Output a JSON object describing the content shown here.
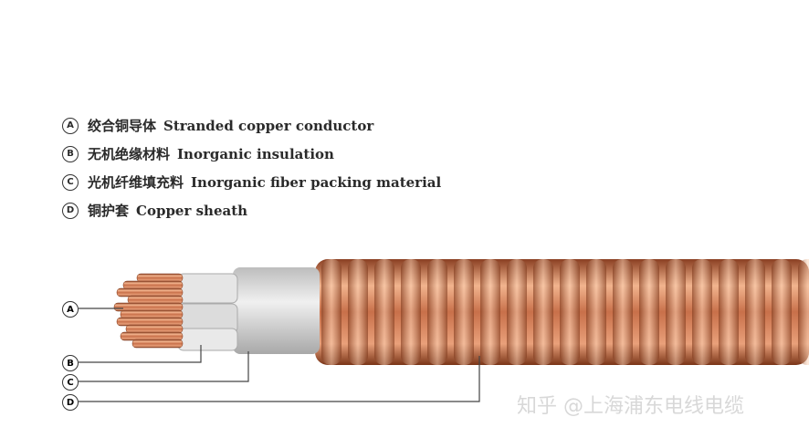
{
  "legend": [
    {
      "letter": "A",
      "zh": "绞合铜导体",
      "en": "Stranded copper conductor"
    },
    {
      "letter": "B",
      "zh": "无机绝缘材料",
      "en": "Inorganic insulation"
    },
    {
      "letter": "C",
      "zh": "光机纤维填充料",
      "en": "Inorganic fiber packing material"
    },
    {
      "letter": "D",
      "zh": "铜护套",
      "en": "Copper sheath"
    }
  ],
  "watermark": "知乎 @上海浦东电线电缆",
  "colors": {
    "copper": "#c8704a",
    "copper_light": "#f0b890",
    "insulation": "#e4e4e4",
    "text": "#2a2a2a"
  }
}
